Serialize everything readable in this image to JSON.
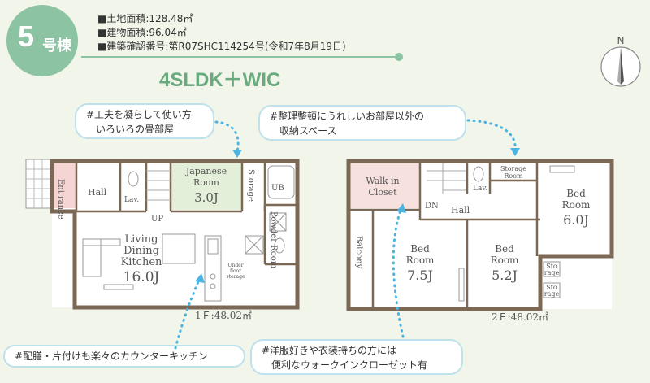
{
  "badge": {
    "number": "5",
    "suffix": "号棟"
  },
  "specs": [
    "■土地面積:128.48㎡",
    "■建物面積:96.04㎡",
    "■建築確認番号:第R07SHC114254号(令和7年8月19日)"
  ],
  "layout_type": "4SLDK＋WIC",
  "compass_label": "N",
  "callouts": {
    "tatami": [
      "#工夫を凝らして使い方",
      "いろいろの畳部屋"
    ],
    "storage": [
      "#整理整頓にうれしいお部屋以外の",
      "収納スペース"
    ],
    "kitchen": [
      "#配膳・片付けも楽々のカウンターキッチン"
    ],
    "closet": [
      "#洋服好きや衣装持ちの方には",
      "便利なウォークインクローゼット有"
    ]
  },
  "floor1": {
    "area": "1Ｆ:48.02㎡",
    "entrance": "Ent rance",
    "hall": "Hall",
    "lav": "Lav.",
    "japanese": [
      "Japanese",
      "Room",
      "3.0J"
    ],
    "storage": "Storage",
    "ub": "UB",
    "powder": "Powder Room",
    "up": "UP",
    "ldk": [
      "Living",
      "Dining",
      "Kitchen",
      "16.0J"
    ],
    "under_floor": [
      "Under",
      "floor",
      "storage"
    ]
  },
  "floor2": {
    "area": "2Ｆ:48.02㎡",
    "wic": [
      "Walk in",
      "Closet"
    ],
    "dn": "DN",
    "lav": "Lav.",
    "storage_room": [
      "Storage",
      "Room"
    ],
    "hall": "Hall",
    "bed_right": [
      "Bed",
      "Room",
      "6.0J"
    ],
    "bed_left": [
      "Bed",
      "Room",
      "7.5J"
    ],
    "bed_mid": [
      "Bed",
      "Room",
      "5.2J"
    ],
    "balcony": "Balcony",
    "storage_a": [
      "Sto",
      "rage"
    ],
    "storage_b": [
      "Sto",
      "rage"
    ]
  },
  "colors": {
    "background": "#f2f5ea",
    "accent_green": "#8cc3a3",
    "title_green": "#6aaa7f",
    "wall_brown": "#7b6855",
    "japanese_room": "#e4efd9",
    "wic_pink": "#f7e1df",
    "entrance_pink": "#f6d4d4",
    "dotted_blue": "#4bb4e0"
  }
}
